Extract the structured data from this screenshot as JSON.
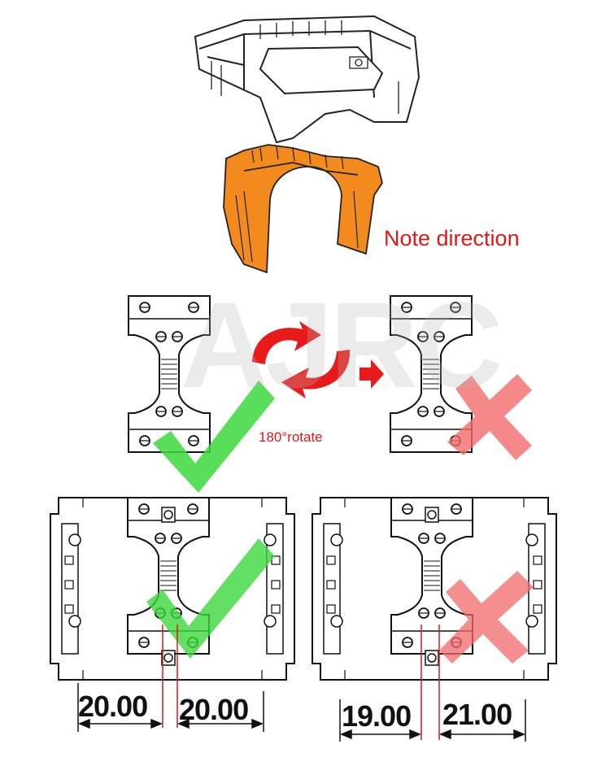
{
  "watermark": "AJRC",
  "labels": {
    "note": "Note direction",
    "rotate": "180°rotate"
  },
  "dimensions": {
    "correct_left": "20.00",
    "correct_right": "20.00",
    "wrong_left": "19.00",
    "wrong_right": "21.00"
  },
  "colors": {
    "accent_red": "#e01818",
    "heatsink_orange": "#f28a1e",
    "check_green": "#3cd83c",
    "cross_red": "#f26a6a"
  },
  "icons": [
    "check-mark-icon",
    "cross-mark-icon",
    "rotate-arrows-icon",
    "right-arrow-icon"
  ]
}
